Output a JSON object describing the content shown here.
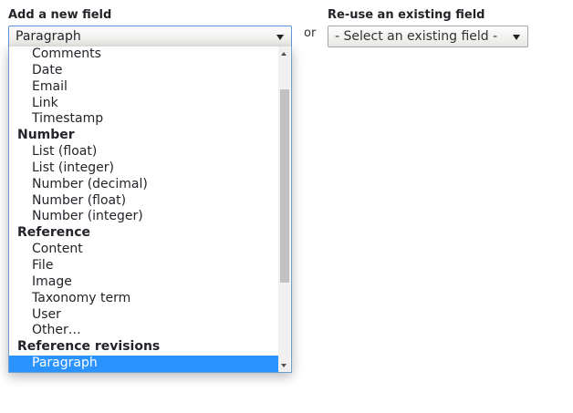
{
  "add_new_field": {
    "label": "Add a new field",
    "selected_value": "Paragraph",
    "dropdown": {
      "options": [
        {
          "label": "Comments",
          "type": "option"
        },
        {
          "label": "Date",
          "type": "option"
        },
        {
          "label": "Email",
          "type": "option"
        },
        {
          "label": "Link",
          "type": "option"
        },
        {
          "label": "Timestamp",
          "type": "option"
        },
        {
          "label": "Number",
          "type": "group"
        },
        {
          "label": "List (float)",
          "type": "option"
        },
        {
          "label": "List (integer)",
          "type": "option"
        },
        {
          "label": "Number (decimal)",
          "type": "option"
        },
        {
          "label": "Number (float)",
          "type": "option"
        },
        {
          "label": "Number (integer)",
          "type": "option"
        },
        {
          "label": "Reference",
          "type": "group"
        },
        {
          "label": "Content",
          "type": "option"
        },
        {
          "label": "File",
          "type": "option"
        },
        {
          "label": "Image",
          "type": "option"
        },
        {
          "label": "Taxonomy term",
          "type": "option"
        },
        {
          "label": "User",
          "type": "option"
        },
        {
          "label": "Other…",
          "type": "option"
        },
        {
          "label": "Reference revisions",
          "type": "group"
        },
        {
          "label": "Paragraph",
          "type": "option",
          "selected": true
        }
      ]
    }
  },
  "separator_text": "or",
  "reuse_existing_field": {
    "label": "Re-use an existing field",
    "selected_value": "- Select an existing field -"
  },
  "colors": {
    "highlight": "#2a93fe",
    "focus_border": "#5d95d8"
  }
}
